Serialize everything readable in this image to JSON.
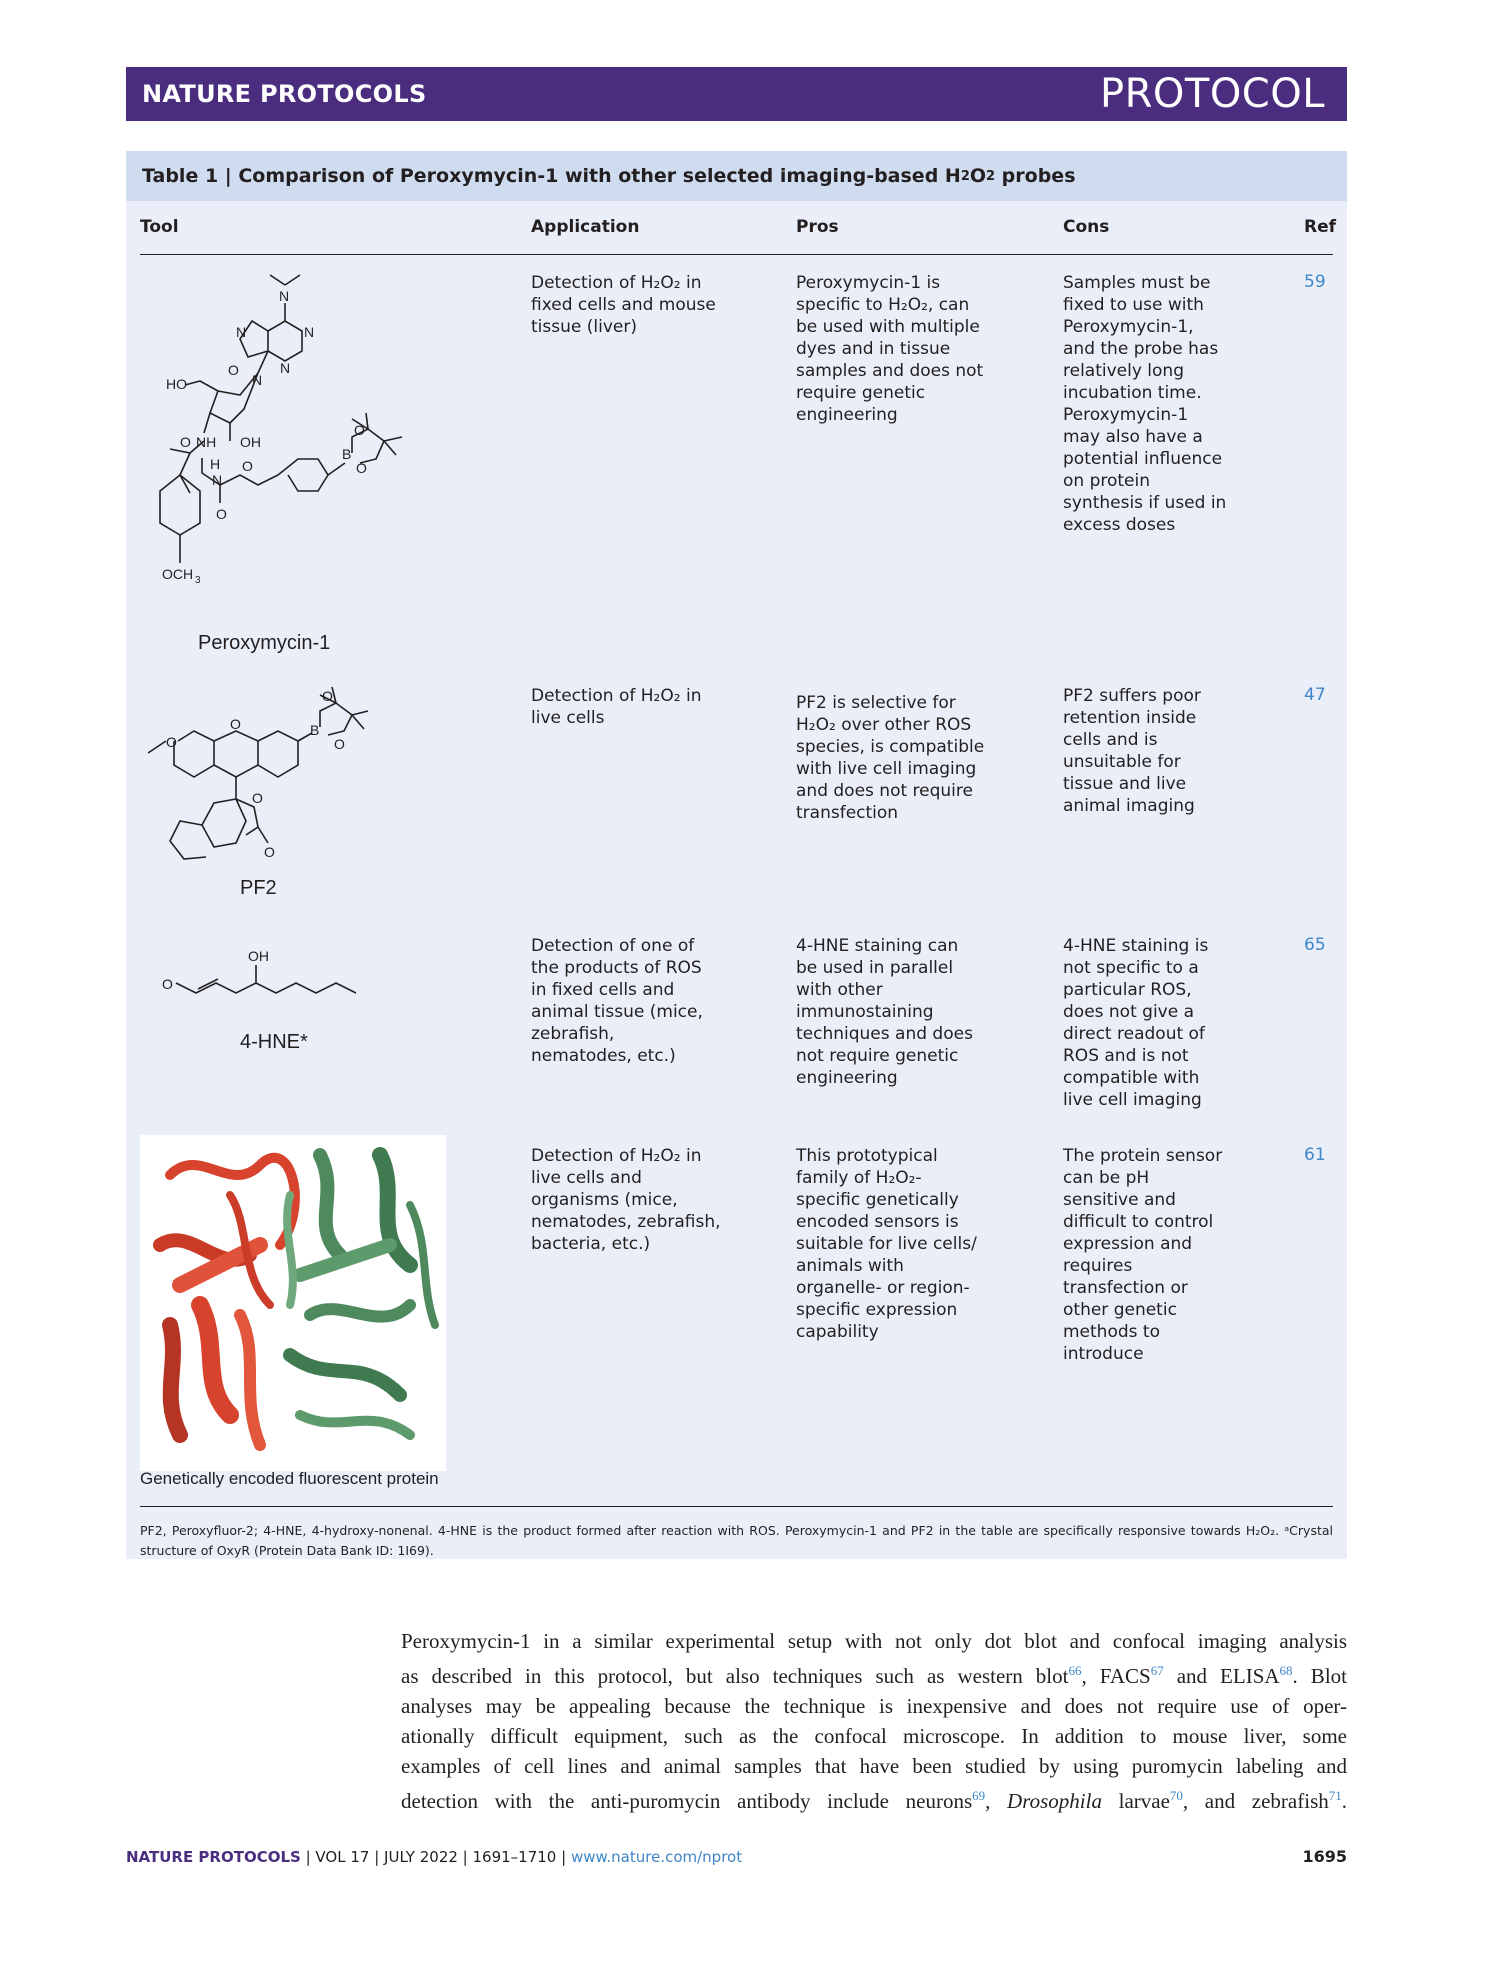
{
  "header": {
    "journal": "NATURE PROTOCOLS",
    "article_type": "PROTOCOL"
  },
  "table": {
    "title_prefix": "Table 1 | Comparison of Peroxymycin-1 with other selected imaging-based H",
    "title_sub": "2",
    "title_mid": "O",
    "title_sub2": "2",
    "title_suffix": " probes",
    "columns": [
      "Tool",
      "Application",
      "Pros",
      "Cons",
      "Ref"
    ],
    "rows": [
      {
        "tool": "Peroxymycin-1",
        "application": "Detection of H₂O₂ in\nfixed cells and mouse\ntissue (liver)",
        "pros": "Peroxymycin-1 is\nspecific to H₂O₂, can\nbe used with multiple\ndyes and in tissue\nsamples and does not\nrequire genetic\nengineering",
        "cons": "Samples must be\nfixed to use with\nPeroxymycin-1,\nand the probe has\nrelatively long\nincubation time.\nPeroxymycin-1\nmay also have a\npotential influence\non protein\nsynthesis if used in\nexcess doses",
        "ref": "59"
      },
      {
        "tool": "PF2",
        "application": "Detection of H₂O₂ in\nlive cells",
        "pros": "PF2 is selective for\nH₂O₂ over other ROS\nspecies, is compatible\nwith live cell imaging\nand does not require\ntransfection",
        "cons": "PF2 suffers poor\nretention inside\ncells and is\nunsuitable for\ntissue and live\nanimal imaging",
        "ref": "47"
      },
      {
        "tool": "4-HNE*",
        "application": "Detection of one of\nthe products of ROS\nin fixed cells and\nanimal tissue (mice,\nzebrafish,\nnematodes, etc.)",
        "pros": "4-HNE staining can\nbe used in parallel\nwith other\nimmunostaining\ntechniques and does\nnot require genetic\nengineering",
        "cons": "4-HNE staining is\nnot specific to a\nparticular ROS,\ndoes not give a\ndirect readout of\nROS and is not\ncompatible with\nlive cell imaging",
        "ref": "65"
      },
      {
        "tool": "Genetically encoded fluorescent protein",
        "application": "Detection of H₂O₂ in\nlive cells and\norganisms (mice,\nnematodes, zebrafish,\nbacteria, etc.)",
        "pros": "This prototypical\nfamily of H₂O₂-\nspecific genetically\nencoded sensors is\nsuitable for live cells/\nanimals with\norganelle- or region-\nspecific expression\ncapability",
        "cons": "The protein sensor\ncan be pH\nsensitive and\ndifficult to control\nexpression and\nrequires\ntransfection or\nother genetic\nmethods to\nintroduce",
        "ref": "61"
      }
    ],
    "footnote": "PF2, Peroxyfluor-2; 4-HNE, 4-hydroxy-nonenal. 4-HNE is the product formed after reaction with ROS. Peroxymycin-1 and PF2 in the table are specifically responsive towards H₂O₂. ᵃCrystal structure of OxyR (Protein Data Bank ID: 1I69)."
  },
  "body": {
    "l1": "Peroxymycin-1 in a similar experimental setup with not only dot blot and confocal imaging analysis",
    "l2a": "as described in this protocol, but also techniques such as western blot",
    "s66": "66",
    "l2b": ", FACS",
    "s67": "67",
    "l2c": " and ELISA",
    "s68": "68",
    "l2d": ". Blot",
    "l3": "analyses may be appealing because the technique is inexpensive and does not require use of oper-",
    "l4": "ationally difficult equipment, such as the confocal microscope. In addition to mouse liver, some",
    "l5": "examples of cell lines and animal samples that have been studied by using puromycin labeling and",
    "l6a": "detection with the anti-puromycin antibody include neurons",
    "s69": "69",
    "l6b": ", ",
    "l6i": "Drosophila",
    "l6c": " larvae",
    "s70": "70",
    "l6d": ", and zebrafish",
    "s71": "71",
    "l6e": "."
  },
  "footer": {
    "journal": "NATURE PROTOCOLS",
    "citation": " | VOL 17 | JULY 2022 | 1691–1710 | ",
    "url": "www.nature.com/nprot",
    "page": "1695"
  },
  "colors": {
    "banner": "#4b2d7f",
    "table_bg": "#e9eef8",
    "title_bg": "#cfdcef",
    "link": "#3f86c8",
    "helix_red": "#d8432e",
    "helix_green": "#4f8a5f"
  }
}
